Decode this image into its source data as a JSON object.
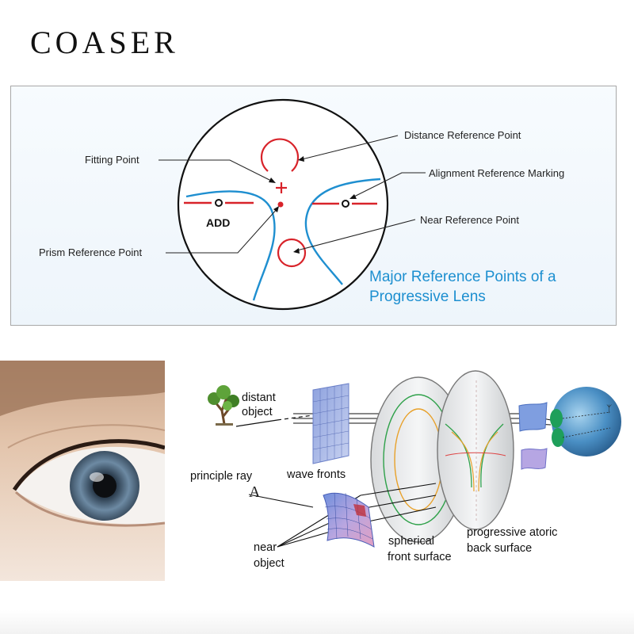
{
  "brand": {
    "name": "COASER"
  },
  "lens_diagram": {
    "labels": {
      "fitting_point": "Fitting Point",
      "prism_reference_point": "Prism Reference Point",
      "distance_reference_point": "Distance Reference Point",
      "alignment_reference_marking": "Alignment Reference Marking",
      "near_reference_point": "Near Reference Point",
      "add": "ADD"
    },
    "caption": {
      "line1": "Major Reference Points of a",
      "line2": "Progressive Lens"
    },
    "colors": {
      "marker_red": "#d8232a",
      "corridor_blue": "#1f8fd0",
      "caption_blue": "#1d8fd0"
    }
  },
  "optics_diagram": {
    "labels": {
      "distant_line1": "distant",
      "distant_line2": "object",
      "principle_ray": "principle ray",
      "wave_fronts": "wave fronts",
      "near_line1": "near",
      "near_line2": "object",
      "near_letter": "A",
      "spherical_line1": "spherical",
      "spherical_line2": "front surface",
      "progressive_line1": "progressive atoric",
      "progressive_line2": "back surface"
    }
  }
}
